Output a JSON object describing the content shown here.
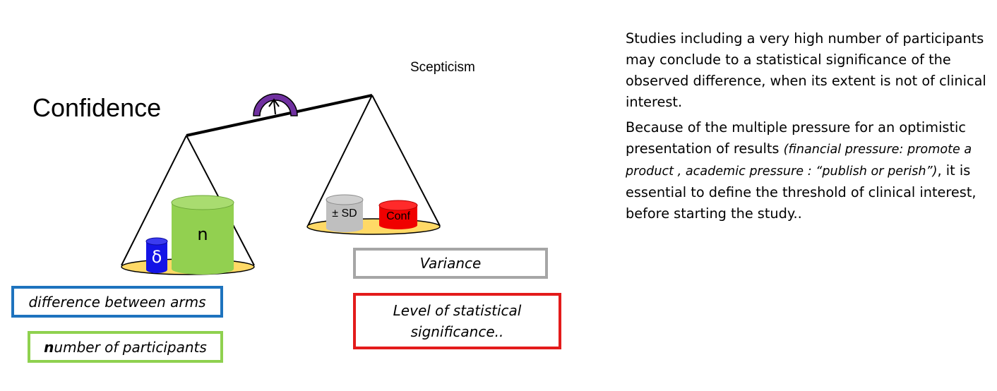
{
  "scale": {
    "left_title": "Confidence",
    "right_title": "Scepticism",
    "left_pan": {
      "weights": [
        {
          "symbol": "δ",
          "color": "#1414e6"
        },
        {
          "symbol": "n",
          "color": "#92d050"
        }
      ]
    },
    "right_pan": {
      "weights": [
        {
          "symbol": "± SD",
          "color": "#bfbfbf"
        },
        {
          "symbol": "Conf",
          "color": "#f00000"
        }
      ]
    },
    "pivot_color": "#7030a0",
    "pan_color": "#ffd966"
  },
  "boxes": {
    "difference": {
      "text": "difference between arms",
      "color": "#1e73be"
    },
    "participants": {
      "bold_letter": "n",
      "text": "umber of participants",
      "color": "#8fd14f"
    },
    "variance": {
      "text": "Variance",
      "color": "#a6a6a6"
    },
    "significance": {
      "line1": "Level of statistical",
      "line2": "significance..",
      "color": "#e31b1b"
    }
  },
  "panel": {
    "paragraph1": "Studies including a very high number of participants may conclude to a statistical significance of the observed difference, when its extent is not of clinical interest.",
    "p2_start": "Because of the multiple pressure for an optimistic presentation of results ",
    "p2_italic": "(financial pressure: promote a product , academic pressure : “publish or perish”)",
    "p2_end": ", it is essential to define the threshold of clinical interest, before starting the study.."
  }
}
